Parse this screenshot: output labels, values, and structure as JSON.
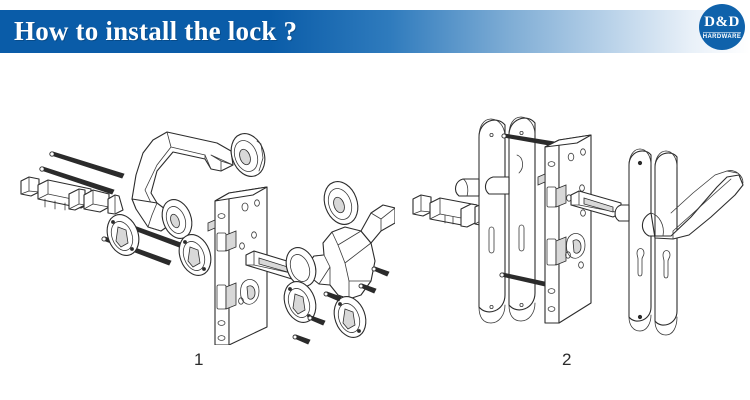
{
  "header": {
    "title": "How to install the lock ?",
    "band_color_left": "#0a5ca8",
    "band_color_right": "#ffffff",
    "logo": {
      "name": "dd-hardware-logo",
      "main_text": "D&D",
      "sub_text": "HARDWARE",
      "background_color": "#0f62ab",
      "text_color": "#ffffff"
    }
  },
  "figures": [
    {
      "id": "figure-1",
      "caption": "1",
      "description": "Exploded assembly view of mortise lock with rose-type lever handles",
      "parts": [
        "euro-profile-cylinder",
        "long-screw",
        "long-screw",
        "lever-handle-left",
        "round-rose-plate",
        "round-rose-plate",
        "keyhole-rose-escutcheon",
        "mortise-lock-body",
        "spindle",
        "lever-handle-right",
        "round-rose-plate",
        "keyhole-rose-escutcheon",
        "short-screw",
        "short-screw",
        "short-screw",
        "short-screw"
      ]
    },
    {
      "id": "figure-2",
      "caption": "2",
      "description": "Exploded assembly view of mortise lock with long backplate lever handle sets",
      "parts": [
        "euro-profile-cylinder",
        "long-backplate-escutcheon",
        "long-backplate-escutcheon",
        "connecting-screw",
        "connecting-screw",
        "mortise-lock-body",
        "spindle",
        "long-backplate-escutcheon",
        "lever-handle-backplate"
      ]
    }
  ],
  "colors": {
    "line": "#2c2c2c",
    "fill": "#ffffff",
    "shade": "#d8d8d8",
    "caption": "#2b2b2b",
    "page_background": "#ffffff"
  }
}
